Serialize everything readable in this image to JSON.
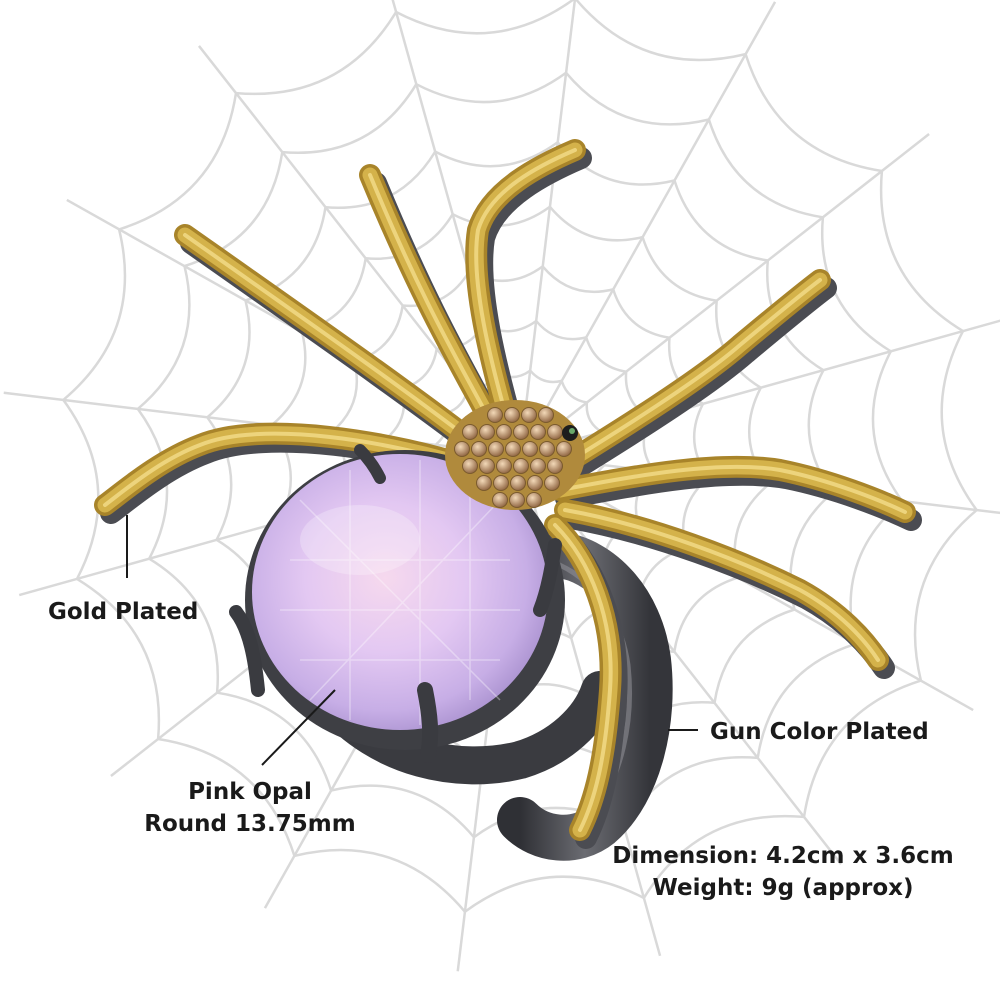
{
  "labels": {
    "gold": "Gold Plated",
    "gun": "Gun Color Plated",
    "opal_line1": "Pink Opal",
    "opal_line2": "Round 13.75mm",
    "dimension": "Dimension: 4.2cm x 3.6cm",
    "weight": "Weight: 9g (approx)"
  },
  "colors": {
    "background": "#ffffff",
    "web": "#d9d9d9",
    "gold": "#d4b24a",
    "gold_dark": "#a8842a",
    "gunmetal": "#4b4c52",
    "opal": "#dcc4ef",
    "text": "#1a1a1a"
  }
}
